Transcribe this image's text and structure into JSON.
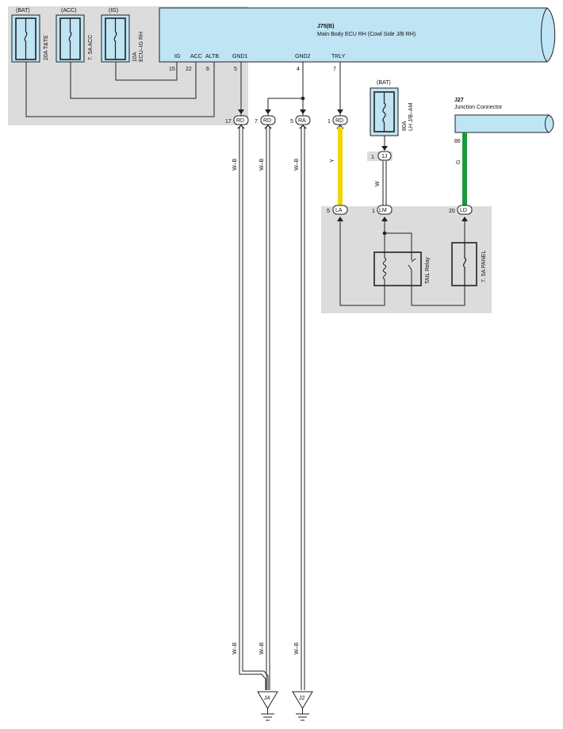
{
  "fuses_top": [
    {
      "source": "(BAT)",
      "rating": "20A T&TE"
    },
    {
      "source": "(ACC)",
      "rating": "7. 5A ACC"
    },
    {
      "source": "(IG)",
      "rating_line1": "10A",
      "rating_line2": "ECU–IG RH"
    }
  ],
  "ecu": {
    "code": "J75(B)",
    "name": "Main Body ECU RH (Cowl Side J/B RH)",
    "terminals": [
      {
        "name": "IG",
        "pin": "15"
      },
      {
        "name": "ACC",
        "pin": "22"
      },
      {
        "name": "ALTB",
        "pin": "6"
      },
      {
        "name": "GND1",
        "pin": "5"
      },
      {
        "name": "GND2",
        "pin": "4"
      },
      {
        "name": "TRLY",
        "pin": "7"
      }
    ]
  },
  "connectors_top": [
    {
      "pin": "17",
      "code": "RD"
    },
    {
      "pin": "7",
      "code": "RD"
    },
    {
      "pin": "5",
      "code": "RA"
    },
    {
      "pin": "1",
      "code": "RD"
    }
  ],
  "wire_labels": {
    "wb1": "W–B",
    "wb2": "W–B",
    "wb3": "W–B",
    "wb4": "W–B",
    "wb5": "W–B",
    "y": "Y",
    "w": "W",
    "g": "G"
  },
  "lh_fuse": {
    "source": "(BAT)",
    "rating_line1": "80A",
    "rating_line2": "LH J/B–AM",
    "pin": "1",
    "code": "1J"
  },
  "j27": {
    "code": "J27",
    "name": "Junction Connector",
    "pin": "86"
  },
  "jb_connectors": [
    {
      "pin": "5",
      "code": "LA"
    },
    {
      "pin": "1",
      "code": "LM"
    },
    {
      "pin": "20",
      "code": "LD"
    }
  ],
  "relay": {
    "label": "TAIL Relay"
  },
  "panel_fuse": {
    "label": "7. 5A PANEL"
  },
  "grounds": [
    {
      "code": "J4"
    },
    {
      "code": "J2"
    }
  ],
  "colors": {
    "panel_fill": "#dcdcdc",
    "ecu_fill": "#bfe4f4",
    "yellow_wire": "#f2d400",
    "green_wire": "#1a9a3a"
  }
}
